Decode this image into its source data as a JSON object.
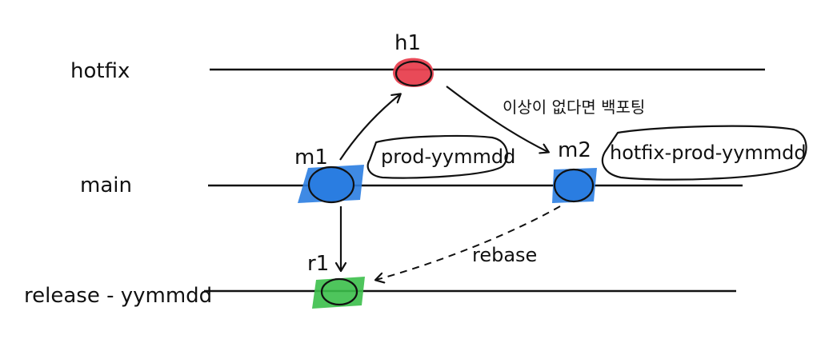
{
  "branches": {
    "hotfix": "hotfix",
    "main": "main",
    "release": "release - yymmdd"
  },
  "commits": {
    "h1": "h1",
    "m1": "m1",
    "m2": "m2",
    "r1": "r1"
  },
  "tags": {
    "m1_tag": "prod-yymmdd",
    "m2_tag": "hotfix-prod-yymmdd"
  },
  "annotations": {
    "backport_note": "이상이 없다면 백포팅",
    "rebase_label": "rebase"
  },
  "colors": {
    "hotfix_commit": "#e8404f",
    "main_commit": "#2a7de1",
    "release_commit": "#3bbf4a",
    "ink": "#111111"
  }
}
